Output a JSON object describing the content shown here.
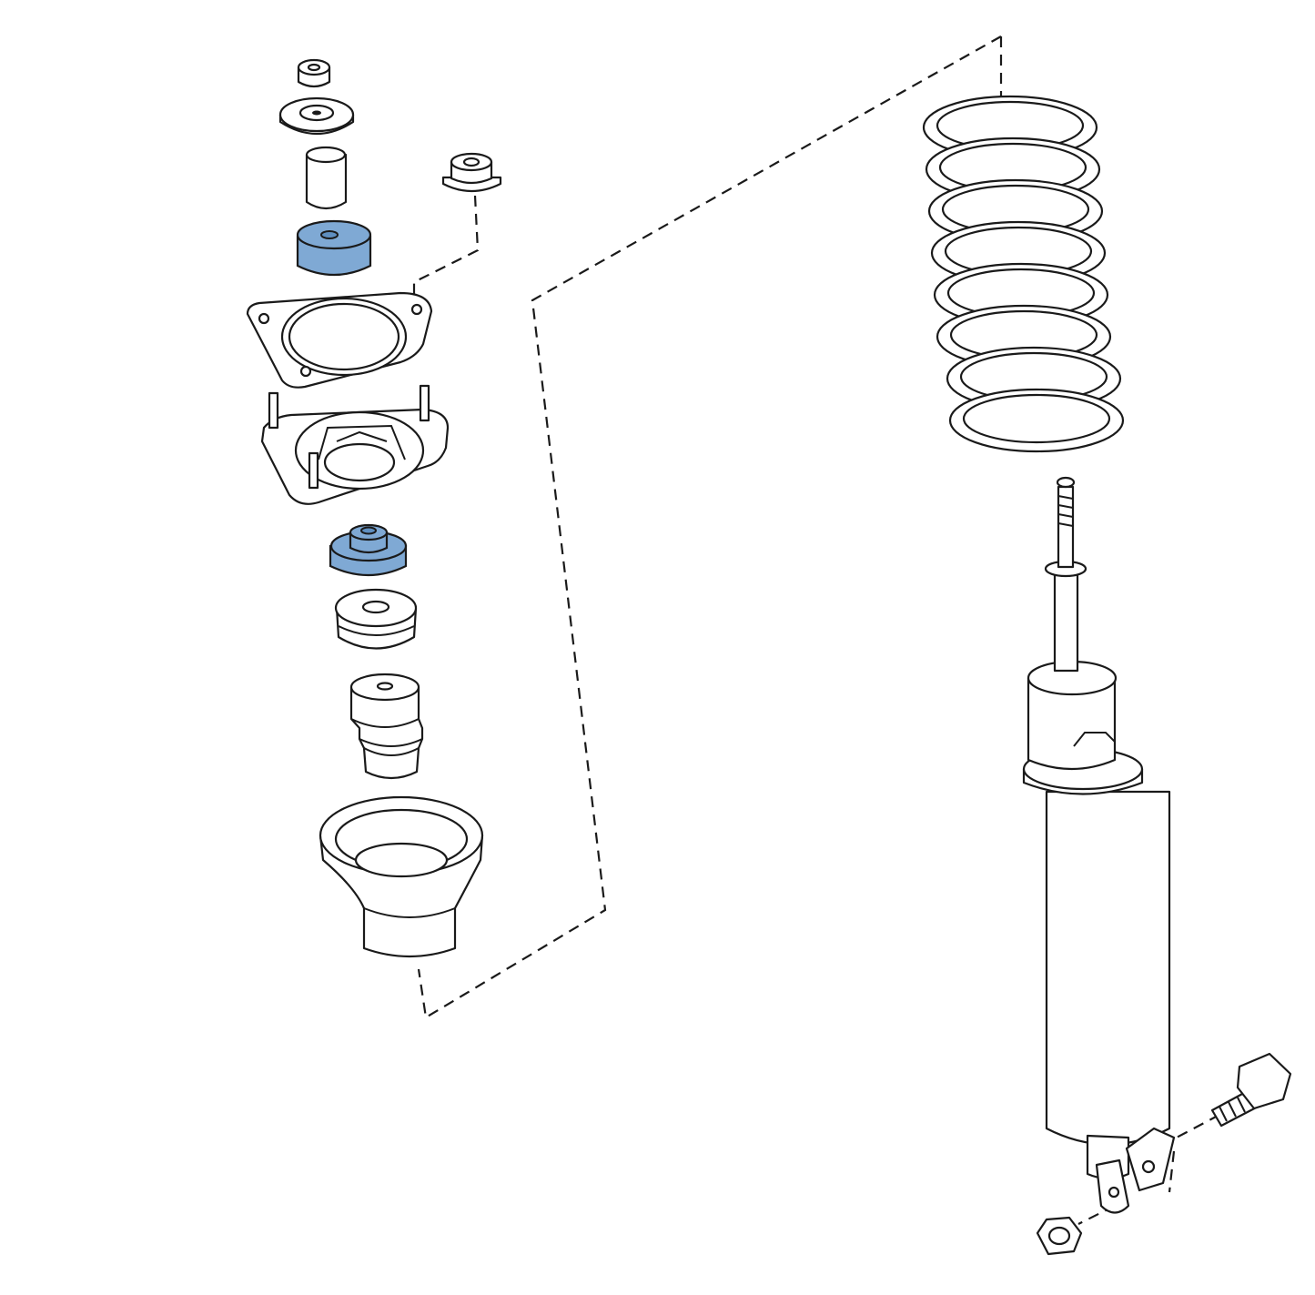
{
  "colors": {
    "background": "#ffffff",
    "line": "#1a1a1a",
    "highlight": "#7fa9d4"
  },
  "parts": [
    {
      "id": "top-nut",
      "highlighted": false
    },
    {
      "id": "washer",
      "highlighted": false
    },
    {
      "id": "sleeve",
      "highlighted": false
    },
    {
      "id": "upper-bushing",
      "highlighted": true
    },
    {
      "id": "flange-nut",
      "highlighted": false
    },
    {
      "id": "mount-plate",
      "highlighted": false
    },
    {
      "id": "strut-mount",
      "highlighted": false
    },
    {
      "id": "lower-bushing",
      "highlighted": true
    },
    {
      "id": "spring-seat-rubber",
      "highlighted": false
    },
    {
      "id": "bump-stop",
      "highlighted": false
    },
    {
      "id": "dust-boot",
      "highlighted": false
    },
    {
      "id": "coil-spring",
      "highlighted": false
    },
    {
      "id": "shock-absorber",
      "highlighted": false
    },
    {
      "id": "lower-bolt",
      "highlighted": false
    },
    {
      "id": "lower-nut",
      "highlighted": false
    }
  ]
}
